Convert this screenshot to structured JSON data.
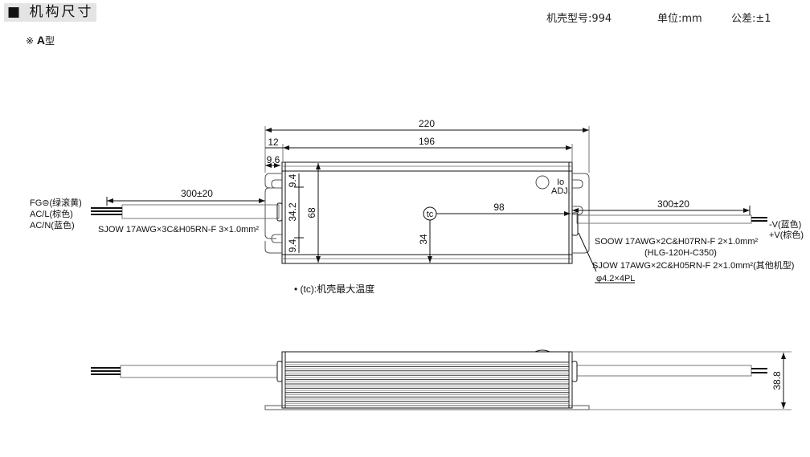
{
  "header": {
    "title": "■ 机构尺寸",
    "model_note": "※",
    "model_type": "A",
    "model_suffix": "型"
  },
  "meta": {
    "case_no": "机壳型号:994",
    "unit": "单位:mm",
    "tolerance": "公差:±1"
  },
  "dimensions": {
    "overall_length": "220",
    "body_length": "196",
    "flange": "12",
    "flange_hole": "9.6",
    "slot_top": "9.4",
    "slot_pitch": "34.2",
    "slot_bottom": "9.4",
    "width": "68",
    "tc_x": "98",
    "tc_y": "34",
    "height": "38.8",
    "left_cable_length": "300±20",
    "right_cable_length": "300±20"
  },
  "labels": {
    "fg": "FG⊜(绿滚黄)",
    "acl": "AC/L(棕色)",
    "acn": "AC/N(蓝色)",
    "input_cable": "SJOW 17AWG×3C&H05RN-F 3×1.0mm²",
    "neg_v": "-V(蓝色)",
    "pos_v": "+V(棕色)",
    "output_cable_1": "SOOW 17AWG×2C&H07RN-F 2×1.0mm²",
    "output_model": "(HLG-120H-C350)",
    "output_cable_2": "SJOW 17AWG×2C&H05RN-F 2×1.0mm²(其他机型)",
    "hole": "φ4.2×4PL",
    "io_adj_1": "Io",
    "io_adj_2": "ADJ.",
    "tc": "tc",
    "tc_legend": "• (tc):机壳最大温度"
  }
}
